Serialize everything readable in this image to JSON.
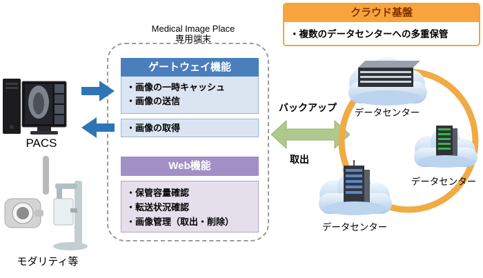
{
  "pacs": {
    "label": "PACS"
  },
  "modality": {
    "label": "モダリティ等"
  },
  "terminal": {
    "caption_line1": "Medical Image Place",
    "caption_line2": "専用端末",
    "gateway": {
      "title": "ゲートウェイ機能",
      "items_top": [
        "・画像の一時キャッシュ",
        "・画像の送信"
      ],
      "item_bottom": "・画像の取得"
    },
    "web": {
      "title": "Web機能",
      "items": [
        "・保管容量確認",
        "・転送状況確認",
        "・画像管理（取出・削除）"
      ]
    }
  },
  "transfer": {
    "backup_label": "バックアップ",
    "retrieve_label": "取出"
  },
  "cloud_platform": {
    "title": "クラウド基盤",
    "body": "・複数のデータセンターへの多重保管"
  },
  "datacenters": [
    {
      "label": "データセンター"
    },
    {
      "label": "データセンター"
    },
    {
      "label": "データセンター"
    }
  ],
  "colors": {
    "gateway_header": "#4a7ebc",
    "gateway_body": "#dbe5f1",
    "web_header": "#a18fc5",
    "web_body": "#e5dfec",
    "cloud_accent": "#f7a43c",
    "arrow_blue": "#2e75b6",
    "arrow_green": "#adc98c",
    "ring_orange": "#f0ab45"
  }
}
